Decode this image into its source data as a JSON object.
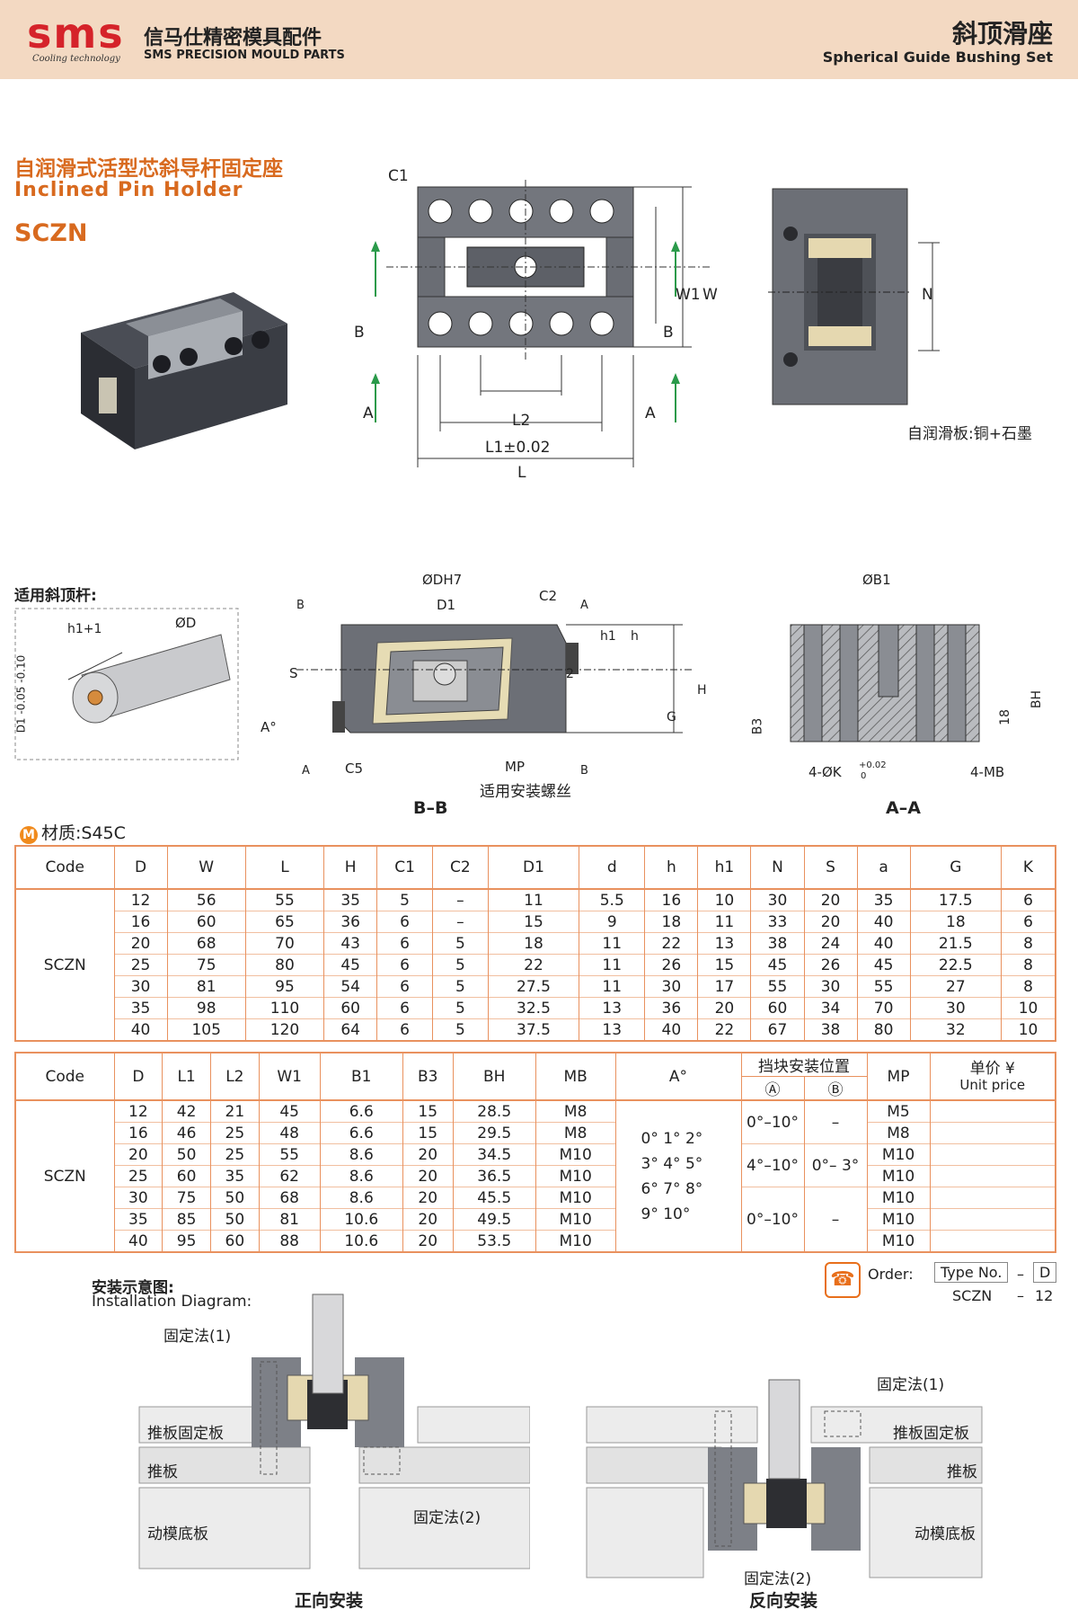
{
  "header": {
    "logo_text": "sms",
    "logo_tagline": "Cooling technology",
    "brand_cn": "信马仕精密模具配件",
    "brand_en": "SMS PRECISION MOULD PARTS",
    "category_cn": "斜顶滑座",
    "category_en": "Spherical Guide Bushing Set"
  },
  "product": {
    "title_cn": "自润滑式活型芯斜导杆固定座",
    "title_en": "Inclined Pin Holder",
    "code": "SCZN"
  },
  "top_drawing": {
    "labels": {
      "c1": "C1",
      "b": "B",
      "a": "A",
      "w1": "W1",
      "w": "W",
      "l2": "L2",
      "l1": "L1±0.02",
      "l": "L",
      "n": "N"
    },
    "lubricant_note": "自润滑板:铜+石墨"
  },
  "pin_drawing": {
    "title": "适用斜顶杆:",
    "labels": {
      "h1": "h1+1",
      "d": "ØD",
      "d1": "D1 -0.05 -0.10"
    }
  },
  "section_bb": {
    "caption": "B–B",
    "labels": {
      "dh7": "ØDH7",
      "d1": "D1",
      "c2": "C2",
      "s": "S",
      "a": "A°",
      "c5": "C5",
      "mp": "MP",
      "screw": "适用安装螺丝",
      "h1": "h1",
      "h": "h",
      "two": "2",
      "g": "G",
      "hh": "H"
    },
    "callouts": [
      "B",
      "A",
      "A",
      "B"
    ]
  },
  "section_aa": {
    "caption": "A–A",
    "labels": {
      "b1": "ØB1",
      "b3": "B3",
      "k": "4-ØK",
      "k_tol_upper": "+0.02",
      "k_tol_lower": "0",
      "mb": "4-MB",
      "eighteen": "18",
      "bh": "BH"
    }
  },
  "material": {
    "badge": "M",
    "text": "材质:S45C"
  },
  "table1": {
    "headers": [
      "Code",
      "D",
      "W",
      "L",
      "H",
      "C1",
      "C2",
      "D1",
      "d",
      "h",
      "h1",
      "N",
      "S",
      "a",
      "G",
      "K"
    ],
    "code": "SCZN",
    "rows": [
      [
        "12",
        "56",
        "55",
        "35",
        "5",
        "–",
        "11",
        "5.5",
        "16",
        "10",
        "30",
        "20",
        "35",
        "17.5",
        "6"
      ],
      [
        "16",
        "60",
        "65",
        "36",
        "6",
        "–",
        "15",
        "9",
        "18",
        "11",
        "33",
        "20",
        "40",
        "18",
        "6"
      ],
      [
        "20",
        "68",
        "70",
        "43",
        "6",
        "5",
        "18",
        "11",
        "22",
        "13",
        "38",
        "24",
        "40",
        "21.5",
        "8"
      ],
      [
        "25",
        "75",
        "80",
        "45",
        "6",
        "5",
        "22",
        "11",
        "26",
        "15",
        "45",
        "26",
        "45",
        "22.5",
        "8"
      ],
      [
        "30",
        "81",
        "95",
        "54",
        "6",
        "5",
        "27.5",
        "11",
        "30",
        "17",
        "55",
        "30",
        "55",
        "27",
        "8"
      ],
      [
        "35",
        "98",
        "110",
        "60",
        "6",
        "5",
        "32.5",
        "13",
        "36",
        "20",
        "60",
        "34",
        "70",
        "30",
        "10"
      ],
      [
        "40",
        "105",
        "120",
        "64",
        "6",
        "5",
        "37.5",
        "13",
        "40",
        "22",
        "67",
        "38",
        "80",
        "32",
        "10"
      ]
    ]
  },
  "table2": {
    "headers": [
      "Code",
      "D",
      "L1",
      "L2",
      "W1",
      "B1",
      "B3",
      "BH",
      "MB",
      "A°",
      "挡块安装位置",
      "MP",
      "单价 ¥"
    ],
    "sub_headers": [
      "Ⓐ",
      "Ⓑ"
    ],
    "price_en": "Unit price",
    "code": "SCZN",
    "rows": [
      [
        "12",
        "42",
        "21",
        "45",
        "6.6",
        "15",
        "28.5",
        "M8",
        "M5"
      ],
      [
        "16",
        "46",
        "25",
        "48",
        "6.6",
        "15",
        "29.5",
        "M8",
        "M8"
      ],
      [
        "20",
        "50",
        "25",
        "55",
        "8.6",
        "20",
        "34.5",
        "M10",
        "M10"
      ],
      [
        "25",
        "60",
        "35",
        "62",
        "8.6",
        "20",
        "36.5",
        "M10",
        "M10"
      ],
      [
        "30",
        "75",
        "50",
        "68",
        "8.6",
        "20",
        "45.5",
        "M10",
        "M10"
      ],
      [
        "35",
        "85",
        "50",
        "81",
        "10.6",
        "20",
        "49.5",
        "M10",
        "M10"
      ],
      [
        "40",
        "95",
        "60",
        "88",
        "10.6",
        "20",
        "53.5",
        "M10",
        "M10"
      ]
    ],
    "angles": [
      "0° 1° 2°",
      "3° 4° 5°",
      "6° 7° 8°",
      "9° 10°"
    ],
    "block_a": [
      "0°–10°",
      "4°–10°",
      "0°–10°"
    ],
    "block_b": [
      "–",
      "0°– 3°",
      "–"
    ]
  },
  "order": {
    "label": "Order:",
    "type_label": "Type No.",
    "dash": "–",
    "d_label": "D",
    "example_code": "SCZN",
    "example_d": "12"
  },
  "install": {
    "title_cn": "安装示意图:",
    "title_en": "Installation Diagram:",
    "left": {
      "method1": "固定法(1)",
      "method2": "固定法(2)",
      "plate1": "推板固定板",
      "plate2": "推板",
      "plate3": "动模底板",
      "caption": "正向安装"
    },
    "right": {
      "method1": "固定法(1)",
      "method2": "固定法(2)",
      "plate1": "推板固定板",
      "plate2": "推板",
      "plate3": "动模底板",
      "caption": "反向安装"
    }
  }
}
